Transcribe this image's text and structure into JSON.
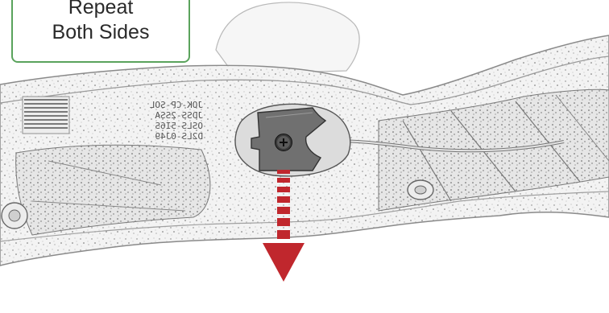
{
  "callout": {
    "line1": "Repeat",
    "line2": "Both Sides"
  },
  "panel_markings": {
    "line1": "JOK-CP-SOL",
    "line2": "JDSS-2SSA",
    "line3": "OSLS-5I6S",
    "line4": "D2LS-0J49"
  },
  "icons": {
    "fastener": "screw-icon",
    "direction": "arrow-down-icon"
  },
  "colors": {
    "callout_border": "#5aa35c",
    "arrow": "#c0272d",
    "clip": "#707070"
  }
}
